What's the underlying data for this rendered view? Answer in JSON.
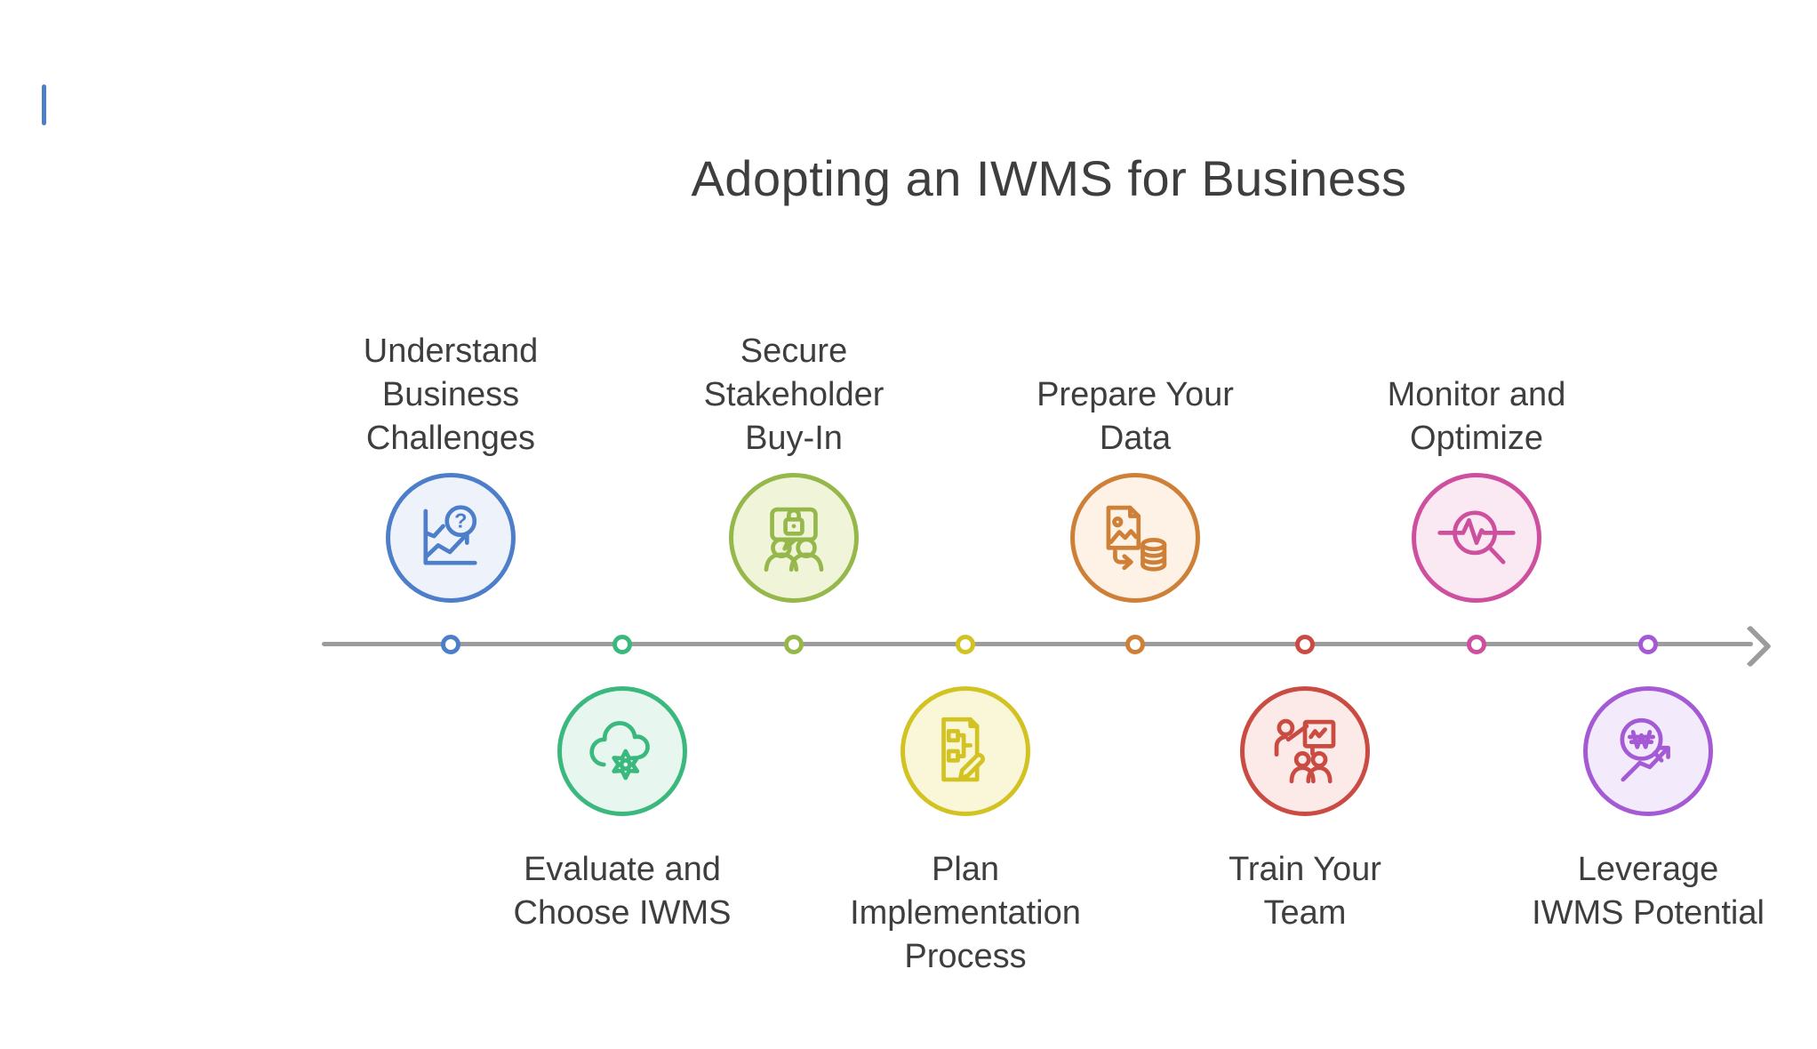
{
  "page": {
    "background_color": "#ffffff"
  },
  "caret": {
    "color": "#4d7fc7"
  },
  "header": {
    "title": "Adopting an IWMS for Business",
    "title_color": "#3e3e3e"
  },
  "timeline": {
    "line_color": "#9c9c9c",
    "arrow_direction": "right",
    "dot_style": "white center with colored ring"
  },
  "steps": [
    {
      "label": "Understand Business Challenges",
      "position": "top",
      "icon": "chart-question-icon",
      "accent_color": "#4d7ec9",
      "fill_color": "#edf2fb"
    },
    {
      "label": "Evaluate and Choose IWMS",
      "position": "bottom",
      "icon": "cloud-gear-icon",
      "accent_color": "#3bb87d",
      "fill_color": "#e7f7ef"
    },
    {
      "label": "Secure Stakeholder Buy-In",
      "position": "top",
      "icon": "stakeholder-lock-chat-icon",
      "accent_color": "#96b84a",
      "fill_color": "#f0f5da"
    },
    {
      "label": "Plan Implementation Process",
      "position": "bottom",
      "icon": "document-plan-pencil-icon",
      "accent_color": "#d2c323",
      "fill_color": "#faf6d8"
    },
    {
      "label": "Prepare Your Data",
      "position": "top",
      "icon": "image-to-database-icon",
      "accent_color": "#cf8038",
      "fill_color": "#fdf2e5"
    },
    {
      "label": "Train Your Team",
      "position": "bottom",
      "icon": "trainer-presentation-icon",
      "accent_color": "#ca4b42",
      "fill_color": "#fbeae8"
    },
    {
      "label": "Monitor and Optimize",
      "position": "top",
      "icon": "pulse-magnifier-icon",
      "accent_color": "#ce4f9e",
      "fill_color": "#fae8f3"
    },
    {
      "label": "Leverage IWMS Potential",
      "position": "bottom",
      "icon": "growth-magnifier-icon",
      "accent_color": "#a55ad5",
      "fill_color": "#f3ebfb"
    }
  ]
}
